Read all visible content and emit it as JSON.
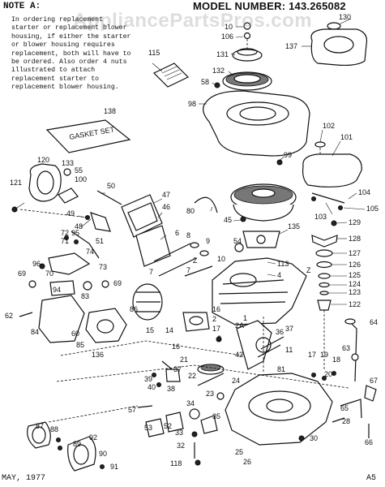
{
  "header": {
    "note_title": "NOTE A:",
    "note_text": "In ordering replacement starter or replacement blower housing, if either the starter or blower housing requires replacement, both will have to be ordered. Also order 4 nuts illustrated to attach replacement starter to replacement blower housing.",
    "model_label": "MODEL NUMBER:",
    "model_number": "143.265082",
    "watermark": "AppliancePartsPros.com"
  },
  "gasket_label": "GASKET SET",
  "footer": {
    "date": "MAY, 1977",
    "page": "A5"
  },
  "callouts": [
    {
      "id": "c130",
      "text": "130"
    },
    {
      "id": "c137",
      "text": "137"
    },
    {
      "id": "c10",
      "text": "10"
    },
    {
      "id": "c106",
      "text": "106"
    },
    {
      "id": "c115",
      "text": "115"
    },
    {
      "id": "c131",
      "text": "131"
    },
    {
      "id": "c132",
      "text": "132"
    },
    {
      "id": "c58",
      "text": "58"
    },
    {
      "id": "c98",
      "text": "98"
    },
    {
      "id": "c138",
      "text": "138"
    },
    {
      "id": "c102",
      "text": "102"
    },
    {
      "id": "c101",
      "text": "101"
    },
    {
      "id": "c99",
      "text": "99"
    },
    {
      "id": "c120",
      "text": "120"
    },
    {
      "id": "c133",
      "text": "133"
    },
    {
      "id": "c55",
      "text": "55"
    },
    {
      "id": "c100",
      "text": "100"
    },
    {
      "id": "c121",
      "text": "121"
    },
    {
      "id": "c50",
      "text": "50"
    },
    {
      "id": "c47",
      "text": "47"
    },
    {
      "id": "c80",
      "text": "80"
    },
    {
      "id": "c104",
      "text": "104"
    },
    {
      "id": "c105",
      "text": "105"
    },
    {
      "id": "c49",
      "text": "49"
    },
    {
      "id": "c48",
      "text": "48"
    },
    {
      "id": "c46",
      "text": "46"
    },
    {
      "id": "c103",
      "text": "103"
    },
    {
      "id": "c129",
      "text": "129"
    },
    {
      "id": "c45",
      "text": "45"
    },
    {
      "id": "c135",
      "text": "135"
    },
    {
      "id": "c72",
      "text": "72"
    },
    {
      "id": "c71",
      "text": "71"
    },
    {
      "id": "c95",
      "text": "95"
    },
    {
      "id": "c51",
      "text": "51"
    },
    {
      "id": "c128",
      "text": "128"
    },
    {
      "id": "c6",
      "text": "6"
    },
    {
      "id": "c8",
      "text": "8"
    },
    {
      "id": "c9",
      "text": "9"
    },
    {
      "id": "c54",
      "text": "54"
    },
    {
      "id": "c127",
      "text": "127"
    },
    {
      "id": "c74",
      "text": "74"
    },
    {
      "id": "c96",
      "text": "96"
    },
    {
      "id": "c113",
      "text": "113"
    },
    {
      "id": "c4",
      "text": "4"
    },
    {
      "id": "c10b",
      "text": "10"
    },
    {
      "id": "c126",
      "text": "126"
    },
    {
      "id": "c70",
      "text": "70"
    },
    {
      "id": "c73",
      "text": "73"
    },
    {
      "id": "c7",
      "text": "7"
    },
    {
      "id": "c7b",
      "text": "7"
    },
    {
      "id": "c69",
      "text": "69"
    },
    {
      "id": "c69b",
      "text": "69"
    },
    {
      "id": "c83",
      "text": "83"
    },
    {
      "id": "c94",
      "text": "94"
    },
    {
      "id": "c125",
      "text": "125"
    },
    {
      "id": "c124",
      "text": "124"
    },
    {
      "id": "c123",
      "text": "123"
    },
    {
      "id": "c122",
      "text": "122"
    },
    {
      "id": "c62",
      "text": "62"
    },
    {
      "id": "c86",
      "text": "86"
    },
    {
      "id": "c16",
      "text": "16"
    },
    {
      "id": "c2",
      "text": "2"
    },
    {
      "id": "c64",
      "text": "64"
    },
    {
      "id": "c84",
      "text": "84"
    },
    {
      "id": "c60",
      "text": "60"
    },
    {
      "id": "c15",
      "text": "15"
    },
    {
      "id": "c14",
      "text": "14"
    },
    {
      "id": "c17",
      "text": "17"
    },
    {
      "id": "c3",
      "text": "3"
    },
    {
      "id": "c2a",
      "text": "2A"
    },
    {
      "id": "c1",
      "text": "1"
    },
    {
      "id": "c36",
      "text": "36"
    },
    {
      "id": "c37",
      "text": "37"
    },
    {
      "id": "c85",
      "text": "85"
    },
    {
      "id": "c136",
      "text": "136"
    },
    {
      "id": "c16b",
      "text": "16"
    },
    {
      "id": "c42",
      "text": "42"
    },
    {
      "id": "c11",
      "text": "11"
    },
    {
      "id": "c21",
      "text": "21"
    },
    {
      "id": "c63",
      "text": "63"
    },
    {
      "id": "c17b",
      "text": "17"
    },
    {
      "id": "c19",
      "text": "19"
    },
    {
      "id": "c18",
      "text": "18"
    },
    {
      "id": "c20",
      "text": "20"
    },
    {
      "id": "c81",
      "text": "81"
    },
    {
      "id": "c37b",
      "text": "37"
    },
    {
      "id": "c39",
      "text": "39"
    },
    {
      "id": "c22",
      "text": "22"
    },
    {
      "id": "c40",
      "text": "40"
    },
    {
      "id": "c38",
      "text": "38"
    },
    {
      "id": "c23",
      "text": "23"
    },
    {
      "id": "c24",
      "text": "24"
    },
    {
      "id": "c67",
      "text": "67"
    },
    {
      "id": "c57",
      "text": "57"
    },
    {
      "id": "c34",
      "text": "34"
    },
    {
      "id": "c65",
      "text": "65"
    },
    {
      "id": "c53",
      "text": "53"
    },
    {
      "id": "c52",
      "text": "52"
    },
    {
      "id": "c35",
      "text": "35"
    },
    {
      "id": "c87",
      "text": "87"
    },
    {
      "id": "c88",
      "text": "88"
    },
    {
      "id": "c89",
      "text": "89"
    },
    {
      "id": "c92",
      "text": "92"
    },
    {
      "id": "c33",
      "text": "33"
    },
    {
      "id": "c28",
      "text": "28"
    },
    {
      "id": "c90",
      "text": "90"
    },
    {
      "id": "c32",
      "text": "32"
    },
    {
      "id": "c30",
      "text": "30"
    },
    {
      "id": "c25",
      "text": "25"
    },
    {
      "id": "c66",
      "text": "66"
    },
    {
      "id": "c91",
      "text": "91"
    },
    {
      "id": "c118",
      "text": "118"
    },
    {
      "id": "c26",
      "text": "26"
    },
    {
      "id": "cZ",
      "text": "Z"
    },
    {
      "id": "cZ2",
      "text": "Z"
    }
  ]
}
